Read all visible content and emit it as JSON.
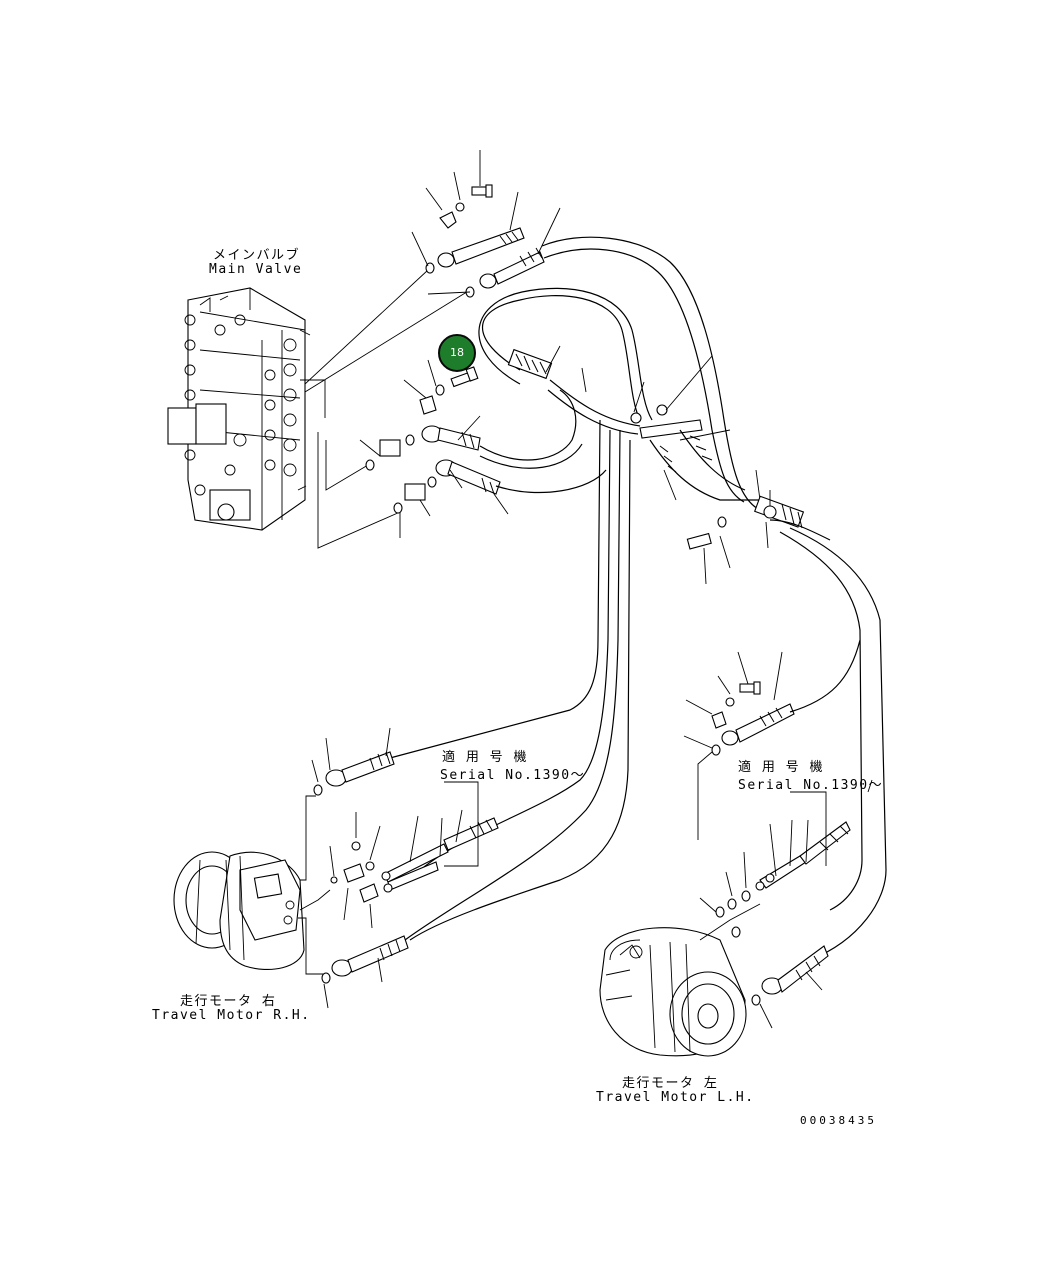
{
  "labels": {
    "main_valve_jp": "メインバルブ",
    "main_valve_en": "Main Valve",
    "serial_jp_1": "適 用 号 機",
    "serial_en_1": "Serial No.1390～",
    "serial_jp_2": "適 用 号 機",
    "serial_en_2": "Serial No.1390～",
    "travel_motor_rh_jp": "走行モータ 右",
    "travel_motor_rh_en": "Travel Motor R.H.",
    "travel_motor_lh_jp": "走行モータ 左",
    "travel_motor_lh_en": "Travel Motor L.H.",
    "document_number": "00038435"
  },
  "callout": {
    "number": "18",
    "color": "#1e7d2a"
  }
}
